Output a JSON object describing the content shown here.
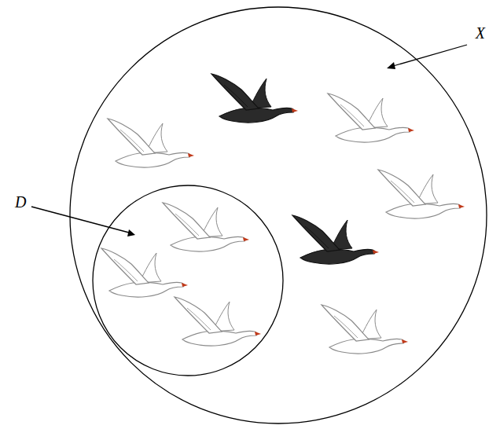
{
  "diagram": {
    "nodes": [
      {
        "text": [
          "X"
        ]
      },
      {
        "text": [
          "D"
        ],
        "in": 0
      }
    ]
  }
}
